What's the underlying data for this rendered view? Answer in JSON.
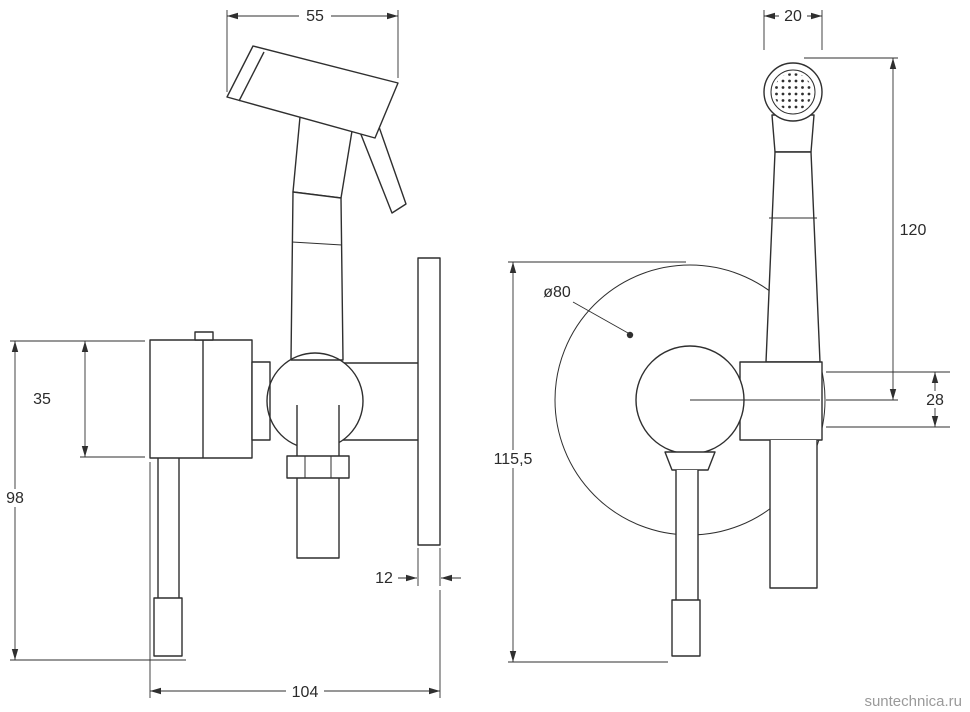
{
  "dimensions": {
    "side": {
      "head_width": "55",
      "upper_height": "35",
      "total_height": "98",
      "plate_thickness": "12",
      "overall_width": "104"
    },
    "front": {
      "head_width": "20",
      "head_to_axis": "120",
      "outlet_offset": "28",
      "flange_diameter": "ø80",
      "overall_height": "115,5"
    }
  },
  "watermark": "suntechnica.ru"
}
